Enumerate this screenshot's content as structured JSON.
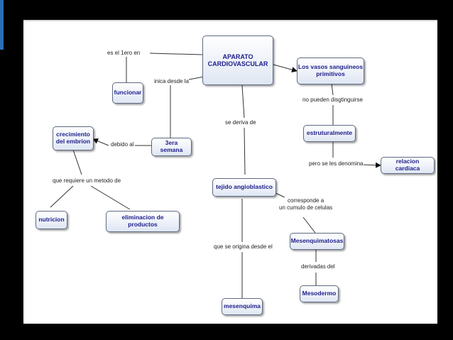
{
  "concept_map": {
    "nodes": {
      "aparato": "APARATO\nCARDIOVASCULAR",
      "vasos": "Los vasos sanguineos\nprimitivos",
      "funcionar": "funcionar",
      "crecimiento": "crecimiento\ndel embrion",
      "semana": "3era semana",
      "estructuralmente": "estruturalmente",
      "relacion": "relacion cardiaca",
      "tejido": "tejido angioblastico",
      "nutricion": "nutricion",
      "eliminacion": "eliminacion de productos",
      "mesenquimatosas": "Mesenquimatosas",
      "mesodermo": "Mesodermo",
      "mesenquima": "mesenquima"
    },
    "links": {
      "es_el_1ero": "es el 1ero en",
      "inica_desde": "inica desde la",
      "se_deriva": "se deriva de",
      "no_pueden": "no pueden disgtinguirse",
      "debido_al": "debido al",
      "se_denomina": "pero se les denomina",
      "requiere": "que requiere un metodo de",
      "corresponde": "corresponde a\nun cumulo de celulas",
      "se_origina": "que se origina desde el",
      "derivadas": "derivadas del"
    }
  }
}
